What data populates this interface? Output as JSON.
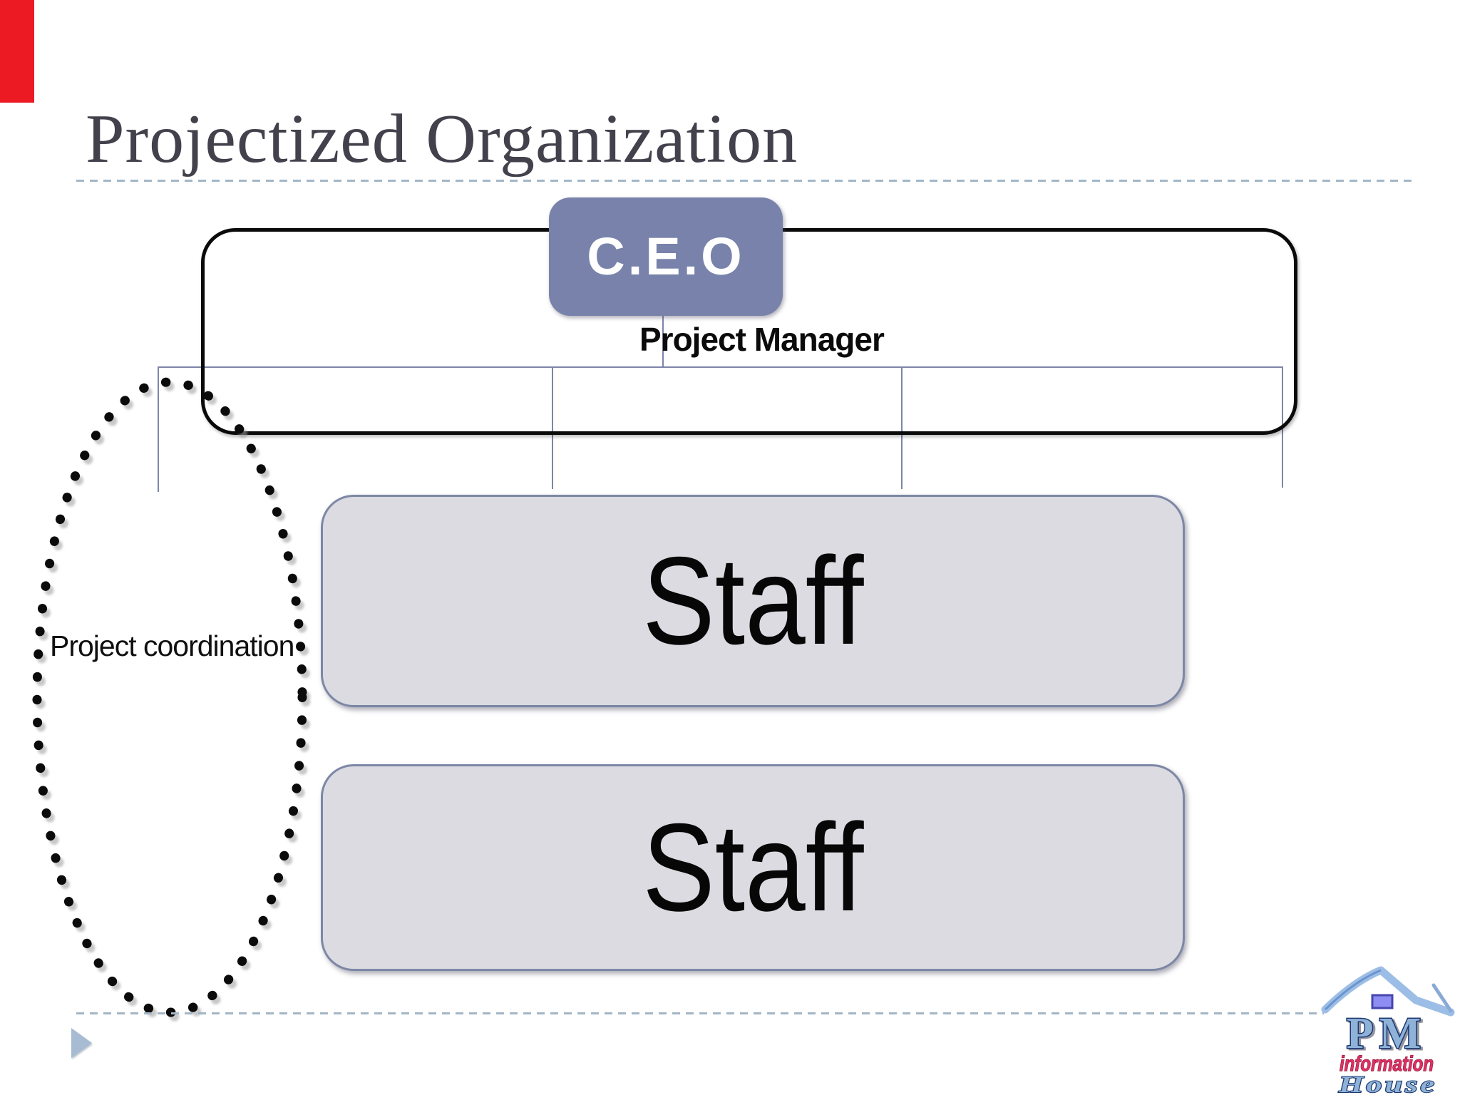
{
  "slide": {
    "title": "Projectized Organization",
    "org": {
      "ceo_label": "C.E.O",
      "project_manager_label": "Project Manager",
      "coordination_label": "Project coordination",
      "staff_labels": [
        "Staff",
        "Staff"
      ]
    },
    "logo": {
      "top": "PM",
      "middle": "information",
      "bottom": "House"
    },
    "colors": {
      "accent_red": "#EC1B23",
      "title_text": "#43414C",
      "outline_frame": "#0A0A0A",
      "ceo_fill": "#7882AA",
      "ceo_text": "#FFFFFF",
      "staff_fill": "#DBDBE1",
      "staff_border": "#7D87A5",
      "connector": "#7D85A8",
      "dashed_rule": "#A2B6C6",
      "ellipse_dots": "#0B0B0B",
      "arrow": "#A7BCD3",
      "logo_blue": "#8FB2D8",
      "logo_red": "#DA3263"
    }
  }
}
